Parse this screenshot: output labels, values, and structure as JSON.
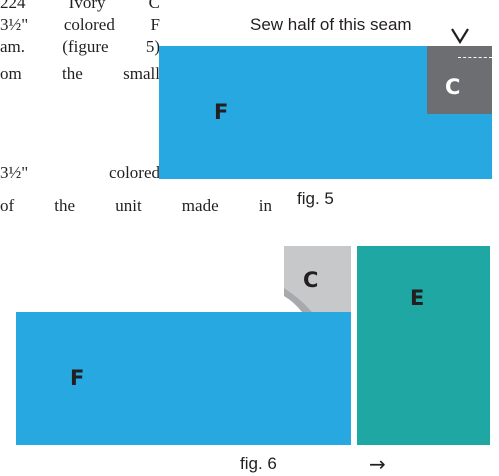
{
  "colors": {
    "blue": "#27a8e0",
    "teal": "#1ea7a3",
    "gray_dark": "#6d6e71",
    "gray_light": "#c7c8ca",
    "text": "#231f20"
  },
  "body_lines": [
    "224 Ivory C",
    "3½\" colored F",
    "am. (figure 5)",
    "om the small",
    "",
    "3½\"  colored",
    "of the unit made in"
  ],
  "figure5": {
    "annotation": "Sew half of this seam",
    "label_f": "F",
    "label_c": "C",
    "caption": "fig. 5"
  },
  "figure6": {
    "label_c": "C",
    "label_e": "E",
    "label_f": "F",
    "caption": "fig. 6"
  },
  "icons": {
    "annotation_arrow": "arrow-down-icon",
    "next_arrow": "arrow-right-icon"
  },
  "arrow_glyph": "→"
}
